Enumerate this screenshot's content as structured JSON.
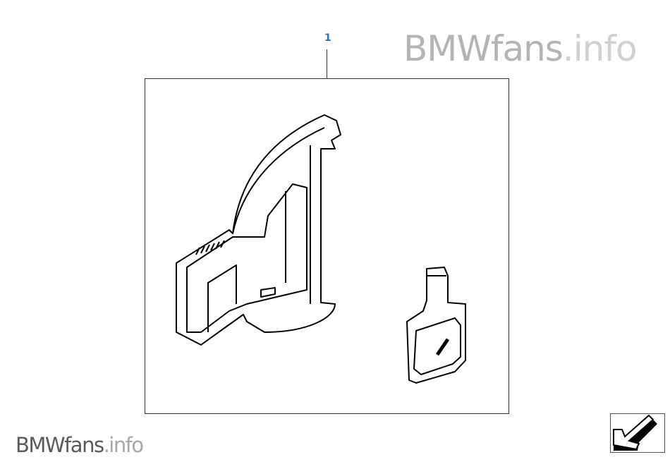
{
  "watermark_top": {
    "main": "BMWfans",
    "suffix": ".info"
  },
  "watermark_bottom": {
    "main": "BMWfans",
    "suffix": ".info"
  },
  "callouts": [
    {
      "label": "1"
    }
  ],
  "nav_button": {
    "icon": "arrow-return-icon"
  }
}
